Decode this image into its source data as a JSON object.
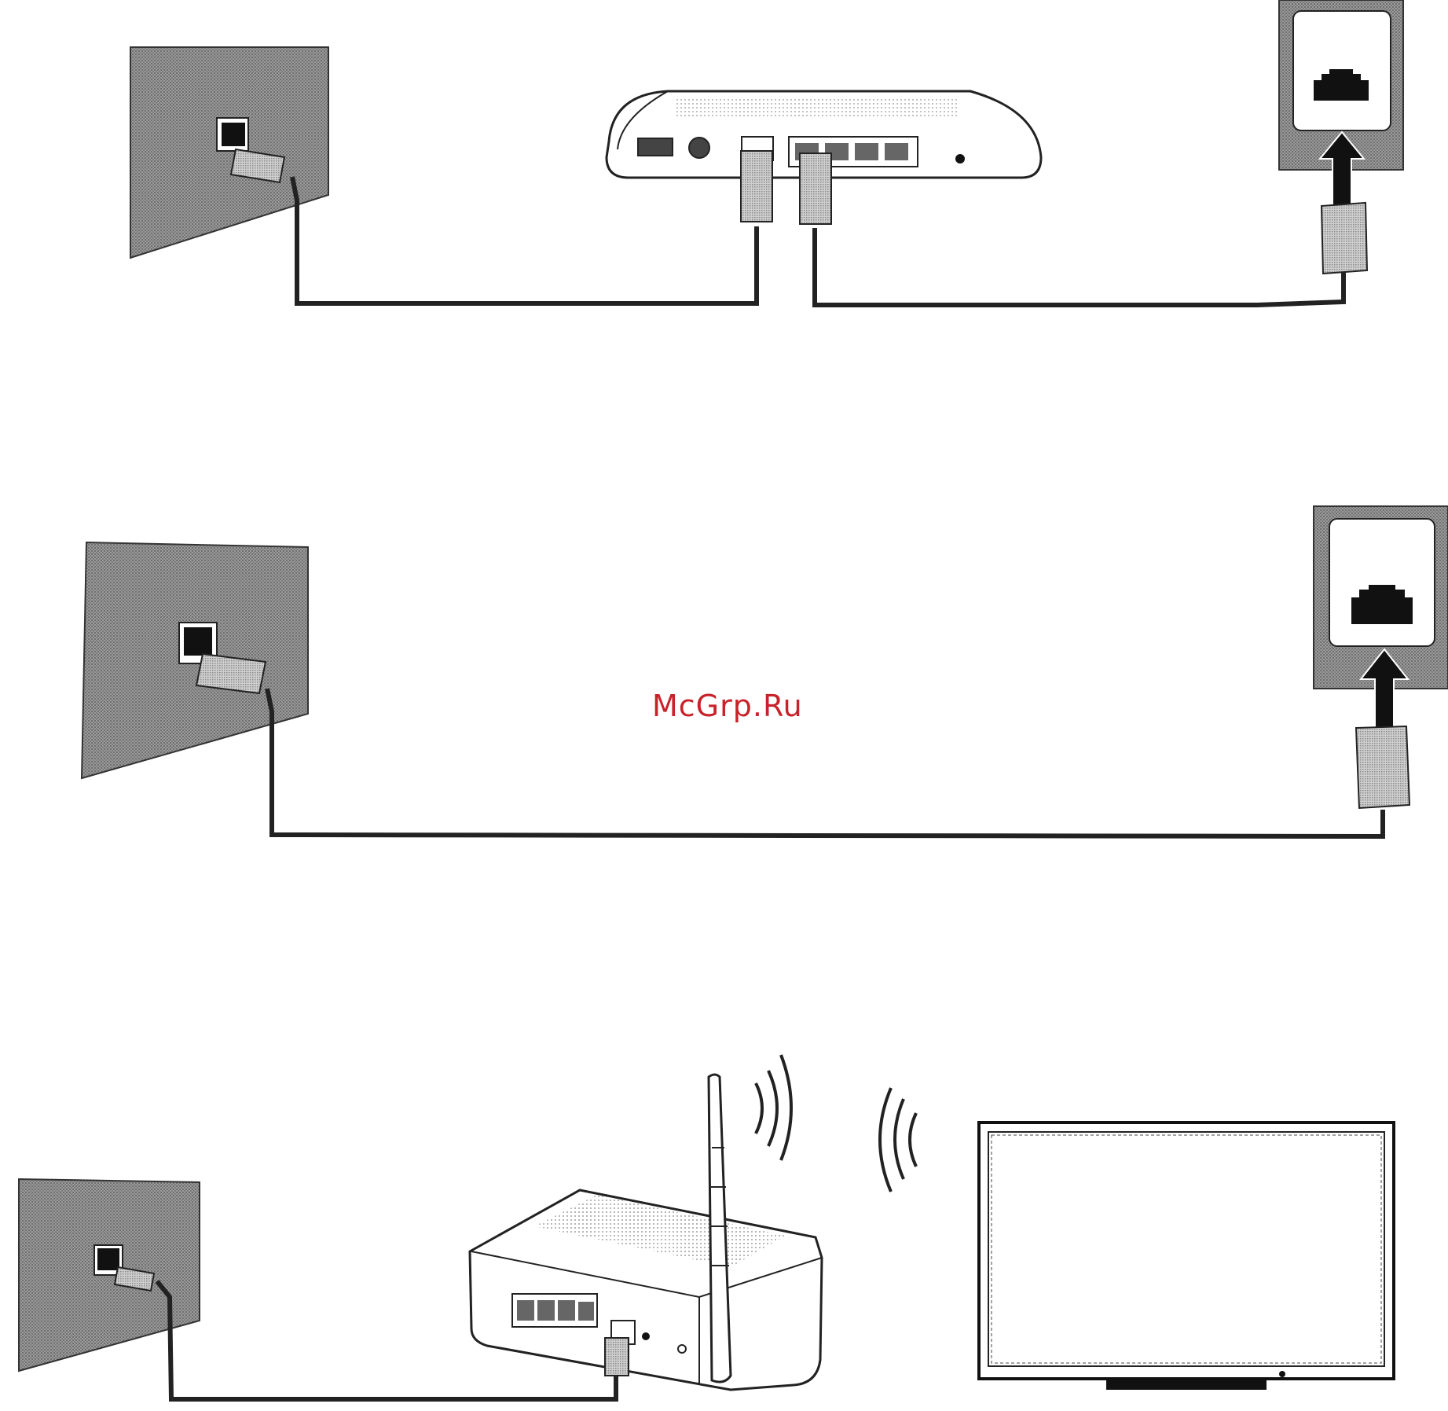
{
  "watermark": "McGrp.Ru",
  "diagrams": [
    {
      "id": "wired-router",
      "devices": [
        "wall-socket",
        "router",
        "tv-lan-port"
      ],
      "connection": "cable"
    },
    {
      "id": "direct-cable",
      "devices": [
        "wall-socket",
        "tv-lan-port"
      ],
      "connection": "cable"
    },
    {
      "id": "wireless-router",
      "devices": [
        "wall-socket",
        "wireless-router",
        "tv"
      ],
      "connection": "wireless"
    }
  ],
  "colors": {
    "line": "#222222",
    "wall": "#8a8a8a",
    "watermark": "#c8222a"
  }
}
